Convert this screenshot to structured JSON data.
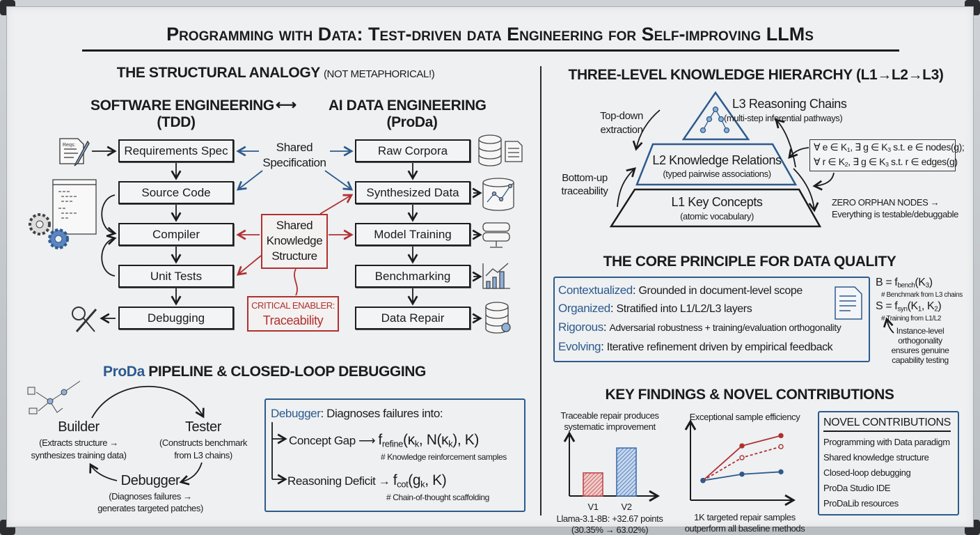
{
  "title": "Programming with Data: Test-driven data Engineering for Self-improving LLMs",
  "analogy": {
    "heading": "THE STRUCTURAL ANALOGY",
    "heading_note": "(NOT METAPHORICAL!)",
    "left_title": "SOFTWARE ENGINEERING",
    "left_sub": "(TDD)",
    "right_title": "AI DATA ENGINEERING",
    "right_sub": "(ProDa)",
    "bidir_arrow": "⟷",
    "left_boxes": [
      "Requirements Spec",
      "Source Code",
      "Compiler",
      "Unit Tests",
      "Debugging"
    ],
    "right_boxes": [
      "Raw Corpora",
      "Synthesized Data",
      "Model Training",
      "Benchmarking",
      "Data Repair"
    ],
    "shared_spec": [
      "Shared",
      "Specification"
    ],
    "shared_knowledge": [
      "Shared",
      "Knowledge",
      "Structure"
    ],
    "enabler_label": "CRITICAL ENABLER:",
    "enabler_value": "Traceability",
    "icon_doc_text": "Reqs:"
  },
  "pipeline": {
    "heading_accent": "ProDa",
    "heading_rest": " PIPELINE & CLOSED-LOOP DEBUGGING",
    "builder": {
      "name": "Builder",
      "desc": [
        "(Extracts structure →",
        "synthesizes training data)"
      ]
    },
    "tester": {
      "name": "Tester",
      "desc": [
        "(Constructs benchmark",
        "from L3 chains)"
      ]
    },
    "debugger": {
      "name": "Debugger",
      "desc": [
        "(Diagnoses failures →",
        "generates targeted patches)"
      ]
    },
    "box": {
      "title_accent": "Debugger",
      "title_rest": ": Diagnoses failures into:",
      "concept_gap": "Concept Gap ⟶",
      "concept_formula": [
        {
          "t": "f"
        },
        {
          "s": "refine"
        },
        {
          "t": "(κ"
        },
        {
          "s": "k"
        },
        {
          "t": ", N(κ"
        },
        {
          "s": "k"
        },
        {
          "t": "), K)"
        }
      ],
      "concept_comment": "# Knowledge reinforcement samples",
      "reasoning_deficit": "Reasoning Deficit →",
      "reasoning_formula": [
        {
          "t": "f"
        },
        {
          "s": "cot"
        },
        {
          "t": "(g"
        },
        {
          "s": "k"
        },
        {
          "t": ", K)"
        }
      ],
      "reasoning_comment": "# Chain-of-thought scaffolding"
    }
  },
  "hierarchy": {
    "heading": "THREE-LEVEL KNOWLEDGE HIERARCHY (L1→L2→L3)",
    "l3": {
      "title": "L3 Reasoning Chains",
      "sub": "(multi-step inferential pathways)"
    },
    "l2": {
      "title": "L2 Knowledge Relations",
      "sub": "(typed pairwise associations)"
    },
    "l1": {
      "title": "L1 Key Concepts",
      "sub": "(atomic vocabulary)"
    },
    "top_down": [
      "Top-down",
      "extraction"
    ],
    "bottom_up": [
      "Bottom-up",
      "traceability"
    ],
    "constraint1": [
      {
        "t": "∀ e ∈ K"
      },
      {
        "s": "1"
      },
      {
        "t": ", ∃ g ∈ K"
      },
      {
        "s": "3"
      },
      {
        "t": " s.t. e ∈ nodes(g);"
      }
    ],
    "constraint2": [
      {
        "t": "∀ r ∈ K"
      },
      {
        "s": "2"
      },
      {
        "t": ", ∃ g ∈ K"
      },
      {
        "s": "3"
      },
      {
        "t": " s.t. r ∈ edges(g)"
      }
    ],
    "zero_orphan": "ZERO ORPHAN NODES →",
    "zero_orphan_sub": "Everything is testable/debuggable"
  },
  "principle": {
    "heading": "THE CORE PRINCIPLE FOR DATA QUALITY",
    "items": [
      {
        "key": "Contextualized",
        "text": "Grounded in document-level scope"
      },
      {
        "key": "Organized",
        "text": "Stratified into L1/L2/L3 layers"
      },
      {
        "key": "Rigorous",
        "text": "Adversarial robustness + training/evaluation orthogonality"
      },
      {
        "key": "Evolving",
        "text": "Iterative refinement driven by empirical feedback"
      }
    ],
    "bench_formula": [
      {
        "t": "B = f"
      },
      {
        "s": "bench"
      },
      {
        "t": "(K"
      },
      {
        "s": "3"
      },
      {
        "t": ")"
      }
    ],
    "bench_comment": "# Benchmark from L3 chains",
    "syn_formula": [
      {
        "t": "S = f"
      },
      {
        "s": "syn"
      },
      {
        "t": "(K"
      },
      {
        "s": "1"
      },
      {
        "t": ", K"
      },
      {
        "s": "2"
      },
      {
        "t": ")"
      }
    ],
    "syn_comment": "# Training from L1/L2",
    "note": [
      "Instance-level",
      "orthogonality",
      "ensures genuine",
      "capability testing"
    ]
  },
  "findings": {
    "heading": "KEY FINDINGS & NOVEL CONTRIBUTIONS",
    "bar_title": [
      "Traceable repair produces",
      "systematic improvement"
    ],
    "bar_caption": [
      "Llama-3.1-8B: +32.67 points",
      "(30.35% → 63.02%)"
    ],
    "line_title": "Exceptional sample efficiency",
    "line_caption": [
      "1K targeted repair samples",
      "outperform all baseline methods"
    ],
    "novel_title": "NOVEL CONTRIBUTIONS",
    "novel_items": [
      "Programming with Data paradigm",
      "Shared knowledge structure",
      "Closed-loop debugging",
      "ProDa Studio IDE",
      "ProDaLib resources"
    ]
  },
  "colors": {
    "ink": "#1b1b1b",
    "blue": "#2d5a8c",
    "red": "#b03030",
    "board": "#eef0f2"
  },
  "chart_data": [
    {
      "type": "bar",
      "categories": [
        "V1",
        "V2"
      ],
      "values": [
        30.35,
        63.02
      ],
      "colors": [
        "#c04848",
        "#3f6fb0"
      ],
      "ylim": [
        0,
        75
      ],
      "title": "Traceable repair produces systematic improvement",
      "xlabel": "",
      "ylabel": ""
    },
    {
      "type": "line",
      "x": [
        0,
        1,
        2
      ],
      "ylim": [
        0,
        100
      ],
      "title": "Exceptional sample efficiency",
      "series": [
        {
          "style": "red-solid",
          "color": "#b03030",
          "values": [
            25,
            69,
            82
          ]
        },
        {
          "style": "red-dashed-hollow",
          "color": "#b03030",
          "values": [
            25,
            54,
            68
          ]
        },
        {
          "style": "blue-solid",
          "color": "#2d5a8c",
          "values": [
            25,
            33,
            36
          ]
        }
      ]
    }
  ]
}
